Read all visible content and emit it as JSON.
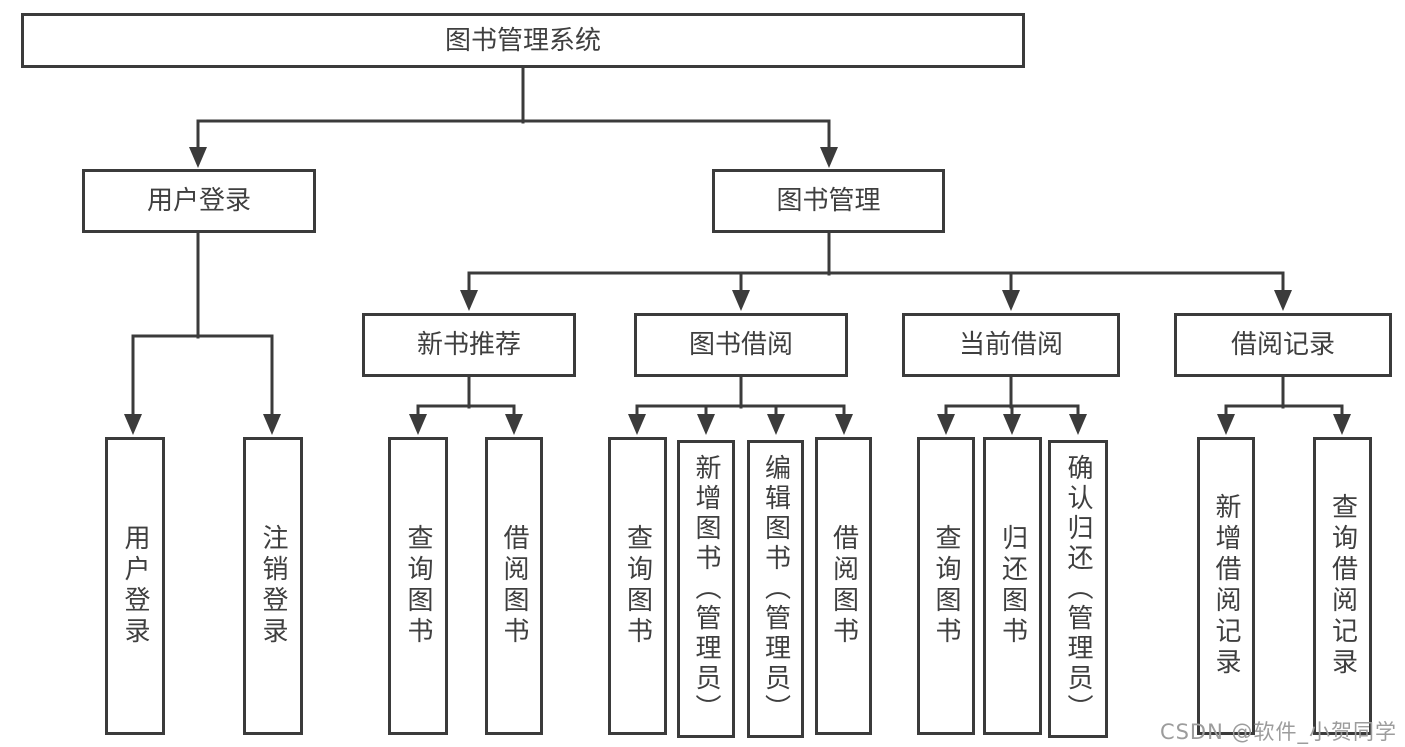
{
  "colors": {
    "line": "#3b3b3b",
    "text": "#3f3f3f",
    "watermark": "#9c9c9c",
    "background": "#ffffff"
  },
  "watermark": "CSDN @软件_小贺同学",
  "tree": {
    "label": "图书管理系统",
    "children": [
      {
        "label": "用户登录",
        "children": [
          {
            "label": "用户登录"
          },
          {
            "label": "注销登录"
          }
        ]
      },
      {
        "label": "图书管理",
        "children": [
          {
            "label": "新书推荐",
            "children": [
              {
                "label": "查询图书"
              },
              {
                "label": "借阅图书"
              }
            ]
          },
          {
            "label": "图书借阅",
            "children": [
              {
                "label": "查询图书"
              },
              {
                "label": "新增图书（管理员）"
              },
              {
                "label": "编辑图书（管理员）"
              },
              {
                "label": "借阅图书"
              }
            ]
          },
          {
            "label": "当前借阅",
            "children": [
              {
                "label": "查询图书"
              },
              {
                "label": "归还图书"
              },
              {
                "label": "确认归还（管理员）"
              }
            ]
          },
          {
            "label": "借阅记录",
            "children": [
              {
                "label": "新增借阅记录"
              },
              {
                "label": "查询借阅记录"
              }
            ]
          }
        ]
      }
    ]
  }
}
